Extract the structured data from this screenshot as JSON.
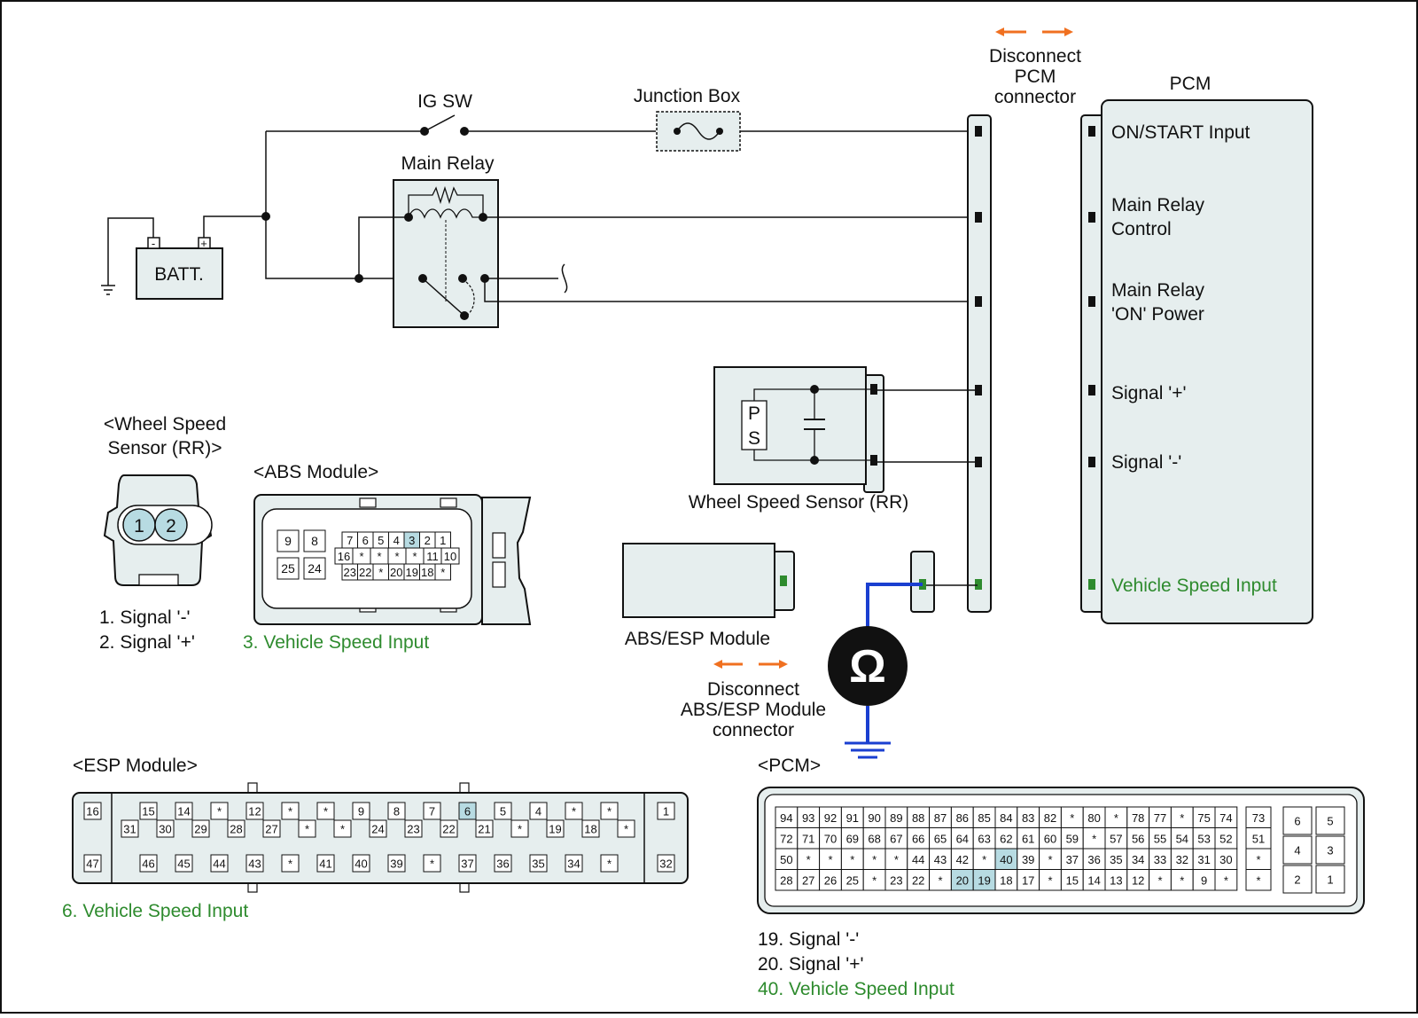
{
  "labels": {
    "ig_sw": "IG SW",
    "junction_box": "Junction Box",
    "main_relay": "Main Relay",
    "batt": "BATT.",
    "batt_minus": "-",
    "batt_plus": "+",
    "disconnect_pcm": [
      "Disconnect",
      "PCM",
      "connector"
    ],
    "pcm_title": "PCM",
    "pcm_pins": [
      "ON/START Input",
      "Main Relay",
      "Control",
      "Main Relay",
      "'ON' Power",
      "Signal '+'",
      "Signal '-'",
      "Vehicle Speed Input"
    ],
    "wss_component": "Wheel Speed Sensor (RR)",
    "wss_p": "P",
    "wss_s": "S",
    "abs_esp_module": "ABS/ESP Module",
    "disconnect_abs": [
      "Disconnect",
      "ABS/ESP Module",
      "connector"
    ],
    "ohm_symbol": "Ω"
  },
  "wss_connector": {
    "title": [
      "<Wheel Speed",
      "Sensor (RR)>"
    ],
    "pins": [
      "1",
      "2"
    ],
    "legend": [
      "1. Signal '-'",
      "2. Signal '+'"
    ]
  },
  "abs_connector": {
    "title": "<ABS Module>",
    "big_pins": [
      "9",
      "8",
      "25",
      "24"
    ],
    "row1": [
      "7",
      "6",
      "5",
      "4",
      "3",
      "2",
      "1"
    ],
    "row2": [
      "16",
      "*",
      "*",
      "*",
      "*",
      "11",
      "10"
    ],
    "row3": [
      "23",
      "22",
      "*",
      "20",
      "19",
      "18",
      "*"
    ],
    "highlight": "3",
    "legend": "3. Vehicle Speed Input"
  },
  "esp_connector": {
    "title": "<ESP Module>",
    "left_top": "16",
    "left_bottom": "47",
    "right_top": "1",
    "right_bottom": "32",
    "row_top": [
      "15",
      "14",
      "*",
      "12",
      "*",
      "*",
      "9",
      "8",
      "7",
      "6",
      "5",
      "4",
      "*",
      "*"
    ],
    "row_mid": [
      "31",
      "30",
      "29",
      "28",
      "27",
      "*",
      "*",
      "24",
      "23",
      "22",
      "21",
      "*",
      "19",
      "18",
      "*"
    ],
    "row_bot": [
      "46",
      "45",
      "44",
      "43",
      "*",
      "41",
      "40",
      "39",
      "*",
      "37",
      "36",
      "35",
      "34",
      "*"
    ],
    "highlight": "6",
    "legend": "6. Vehicle Speed Input"
  },
  "pcm_connector": {
    "title": "<PCM>",
    "rows": [
      [
        "94",
        "93",
        "92",
        "91",
        "90",
        "89",
        "88",
        "87",
        "86",
        "85",
        "84",
        "83",
        "82",
        "*",
        "80",
        "*",
        "78",
        "77",
        "*",
        "75",
        "74"
      ],
      [
        "72",
        "71",
        "70",
        "69",
        "68",
        "67",
        "66",
        "65",
        "64",
        "63",
        "62",
        "61",
        "60",
        "59",
        "*",
        "57",
        "56",
        "55",
        "54",
        "53",
        "52"
      ],
      [
        "50",
        "*",
        "*",
        "*",
        "*",
        "*",
        "44",
        "43",
        "42",
        "*",
        "40",
        "39",
        "*",
        "37",
        "36",
        "35",
        "34",
        "33",
        "32",
        "31",
        "30"
      ],
      [
        "28",
        "27",
        "26",
        "25",
        "*",
        "23",
        "22",
        "*",
        "20",
        "19",
        "18",
        "17",
        "*",
        "15",
        "14",
        "13",
        "12",
        "*",
        "*",
        "9",
        "*"
      ]
    ],
    "side_col": [
      "73",
      "51",
      "*",
      "*"
    ],
    "right_block": [
      [
        "6",
        "5"
      ],
      [
        "4",
        "3"
      ],
      [
        "2",
        "1"
      ]
    ],
    "highlight": [
      "40",
      "20",
      "19"
    ],
    "legend": [
      "19. Signal '-'",
      "20. Signal '+'",
      "40. Vehicle Speed Input"
    ]
  },
  "colors": {
    "highlight_cell": "#b7dbe2",
    "signal_green": "#2e8b2e",
    "arrow_orange": "#f07020",
    "meter_wire_blue": "#1a3fd0",
    "component_fill": "#e6eeee"
  }
}
